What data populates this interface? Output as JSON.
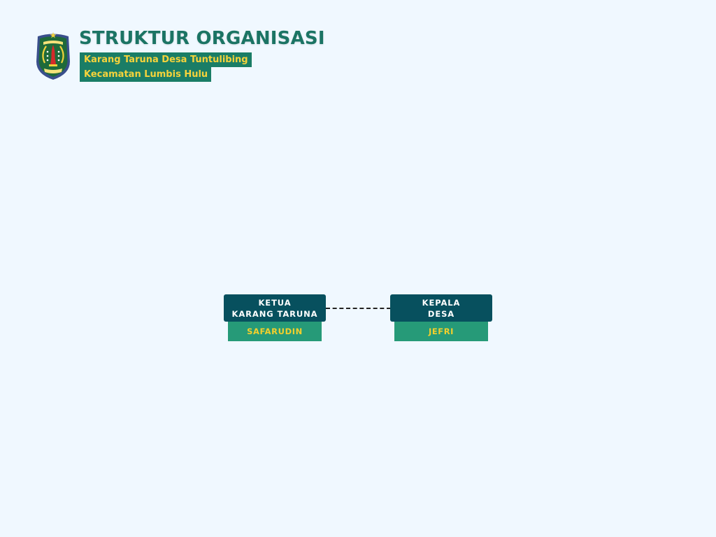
{
  "header": {
    "logo_icon": "regency-crest-emblem",
    "title": "STRUKTUR ORGANISASI",
    "subtitle_line1": "Karang Taruna Desa Tuntulibing",
    "subtitle_line2": "Kecamatan Lumbis Hulu"
  },
  "org_chart": {
    "nodes": [
      {
        "role_line1": "KETUA",
        "role_line2": "KARANG TARUNA",
        "name": "SAFARUDIN"
      },
      {
        "role_line1": "KEPALA",
        "role_line2": "DESA",
        "name": "JEFRI"
      }
    ],
    "connection": "dashed"
  },
  "colors": {
    "background": "#f0f8ff",
    "title": "#1b7464",
    "subtitle_bg": "#1a7d66",
    "subtitle_text": "#f6d33b",
    "role_bg": "#07505e",
    "role_text": "#ffffff",
    "name_bg": "#269a78",
    "name_text": "#f4cf2c"
  }
}
